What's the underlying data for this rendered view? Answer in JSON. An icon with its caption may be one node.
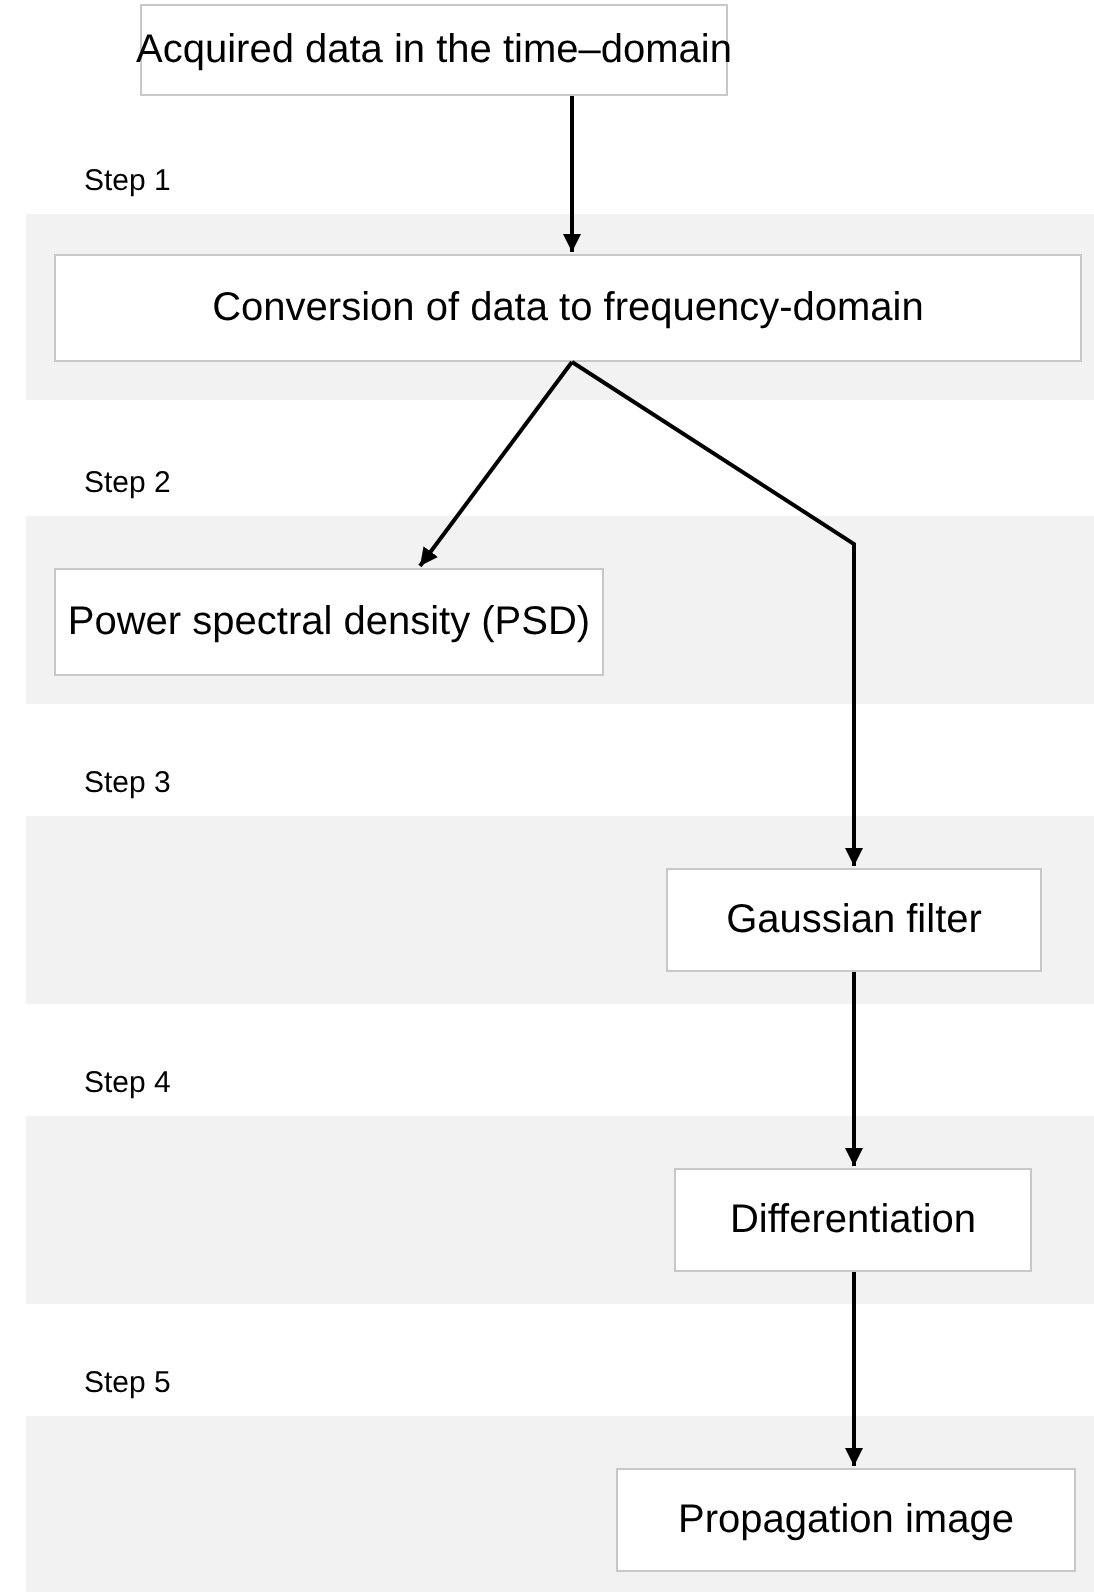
{
  "diagram": {
    "nodes": [
      {
        "text": [
          "Acquired data in the time–domain"
        ]
      },
      {
        "text": [
          "Step 1"
        ]
      },
      {
        "text": [
          "Conversion of data to frequency-domain"
        ],
        "in": 1
      },
      {
        "text": [
          "Step 2"
        ]
      },
      {
        "text": [
          "Power spectral density (PSD)"
        ],
        "in": 3
      },
      {
        "text": [
          "Step 3"
        ]
      },
      {
        "text": [
          "Gaussian filter"
        ],
        "in": 5
      },
      {
        "text": [
          "Step 4"
        ]
      },
      {
        "text": [
          "Differentiation"
        ],
        "in": 7
      },
      {
        "text": [
          "Step 5"
        ]
      },
      {
        "text": [
          "Propagation image"
        ],
        "in": 9
      }
    ],
    "edges": [
      {
        "from": 0,
        "to": 2,
        "arrow": "to"
      },
      {
        "from": 2,
        "to": 4,
        "arrow": "to"
      },
      {
        "from": 2,
        "to": 6,
        "arrow": "to"
      },
      {
        "from": 6,
        "to": 8,
        "arrow": "to"
      },
      {
        "from": 8,
        "to": 10,
        "arrow": "to"
      }
    ]
  }
}
